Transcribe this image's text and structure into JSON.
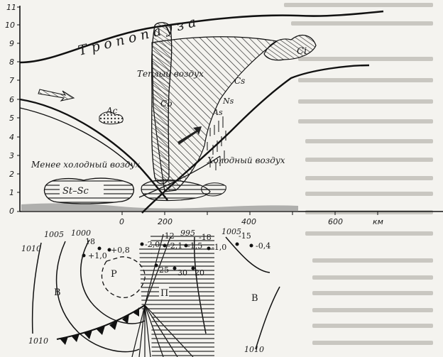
{
  "diagram": {
    "top": {
      "tropopause_label": "Тропопауза",
      "warm_air_label": "Теплый воздух",
      "cold_air_label": "Холодный воздух",
      "less_cold_air_label": "Менее холодный воздух",
      "cloud_labels": {
        "ci": "Ci",
        "cs": "Cs",
        "ac": "Ac",
        "cb": "Cb",
        "as": "As",
        "ns": "Ns",
        "st_sc": "St–Sc"
      },
      "y_ticks": [
        "11",
        "10",
        "9",
        "8",
        "7",
        "6",
        "5",
        "4",
        "3",
        "2",
        "1",
        "0"
      ],
      "x_ticks": [
        "0",
        "200",
        "400",
        "600"
      ],
      "x_unit": "км"
    },
    "bottom": {
      "isobar_labels": {
        "left_1005": "1005",
        "left_1000": "1000",
        "center_995": "995",
        "right_1005": "1005",
        "left_1010": "1010",
        "bottom_left_1010": "1010",
        "bottom_right_1010": "1010"
      },
      "pressure_labels": {
        "low": "Р",
        "high_left": "В",
        "high_right": "В",
        "sector": "П"
      },
      "station_values": [
        "+0,8",
        "-2,0",
        "-2,1",
        "-1,5",
        "-1,0",
        "-0,4",
        "+1,0",
        "-15",
        "-18",
        "-12",
        "25",
        "30",
        "20",
        "18"
      ]
    }
  }
}
